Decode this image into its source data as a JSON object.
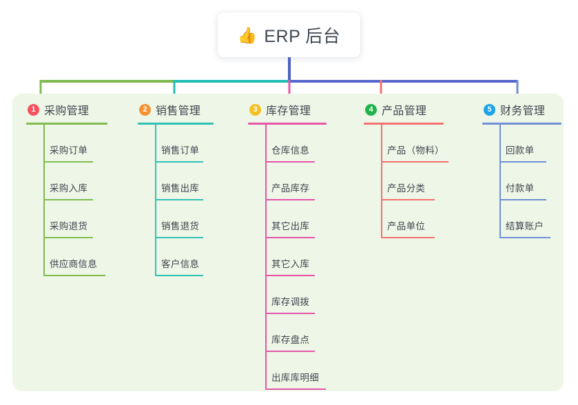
{
  "root": {
    "icon": "thumbs-up-icon",
    "icon_glyph": "👍",
    "title": "ERP 后台"
  },
  "panel": {
    "background": "#eef7e7"
  },
  "trunk": {
    "segments": [
      {
        "name": "green",
        "color": "#7fba4e"
      },
      {
        "name": "teal",
        "color": "#22bdb4"
      },
      {
        "name": "blue",
        "color": "#5566cc"
      }
    ],
    "root_drop_color": "#4a5fc1"
  },
  "columns": [
    {
      "number": "1",
      "title": "采购管理",
      "badge_color": "#f4525f",
      "line_color": "#7fba4e",
      "rule_width": 118,
      "items": [
        {
          "label": "采购订单",
          "rule_width": 72
        },
        {
          "label": "采购入库",
          "rule_width": 72
        },
        {
          "label": "采购退货",
          "rule_width": 72
        },
        {
          "label": "供应商信息",
          "rule_width": 90
        }
      ]
    },
    {
      "number": "2",
      "title": "销售管理",
      "badge_color": "#f59232",
      "line_color": "#2fc0b4",
      "rule_width": 110,
      "items": [
        {
          "label": "销售订单",
          "rule_width": 70
        },
        {
          "label": "销售出库",
          "rule_width": 70
        },
        {
          "label": "销售退货",
          "rule_width": 70
        },
        {
          "label": "客户信息",
          "rule_width": 70
        }
      ]
    },
    {
      "number": "3",
      "title": "库存管理",
      "badge_color": "#f5c023",
      "line_color": "#e654a8",
      "rule_width": 114,
      "items": [
        {
          "label": "仓库信息",
          "rule_width": 72
        },
        {
          "label": "产品库存",
          "rule_width": 72
        },
        {
          "label": "其它出库",
          "rule_width": 72
        },
        {
          "label": "其它入库",
          "rule_width": 72
        },
        {
          "label": "库存调拨",
          "rule_width": 72
        },
        {
          "label": "库存盘点",
          "rule_width": 72
        },
        {
          "label": "出库库明细",
          "rule_width": 88
        }
      ]
    },
    {
      "number": "4",
      "title": "产品管理",
      "badge_color": "#22b24c",
      "line_color": "#f4706f",
      "rule_width": 116,
      "items": [
        {
          "label": "产品（物料）",
          "rule_width": 98
        },
        {
          "label": "产品分类",
          "rule_width": 78
        },
        {
          "label": "产品单位",
          "rule_width": 78
        }
      ]
    },
    {
      "number": "5",
      "title": "财务管理",
      "badge_color": "#1ba3e8",
      "line_color": "#6f8fd6",
      "rule_width": 115,
      "items": [
        {
          "label": "回款单",
          "rule_width": 68
        },
        {
          "label": "付款单",
          "rule_width": 68
        },
        {
          "label": "结算账户",
          "rule_width": 74
        }
      ]
    }
  ]
}
